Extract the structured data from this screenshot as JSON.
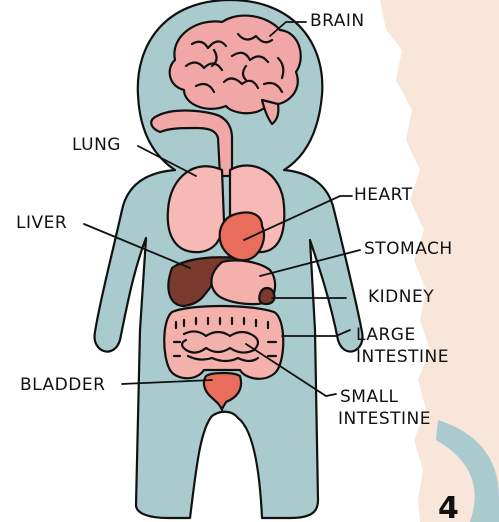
{
  "colors": {
    "background_paper": "#f8e6da",
    "body": "#a9cbcd",
    "brain": "#f2a7a7",
    "lung": "#f6b9b6",
    "heart": "#e86d5c",
    "liver": "#7a3b2e",
    "stomach": "#f4b0ab",
    "kidney": "#7a3b2e",
    "intestine": "#f4b0ab",
    "bladder": "#e86d5c",
    "corner_accent": "#a9cbcd"
  },
  "labels": {
    "brain": "BRAIN",
    "lung": "LUNG",
    "heart": "HEART",
    "liver": "LIVER",
    "stomach": "STOMACH",
    "kidney": "KIDNEY",
    "large_intestine_line1": "LARGE",
    "large_intestine_line2": "INTESTINE",
    "bladder": "BLADDER",
    "small_intestine_line1": "SMALL",
    "small_intestine_line2": "INTESTINE"
  },
  "corner_mark": "4"
}
